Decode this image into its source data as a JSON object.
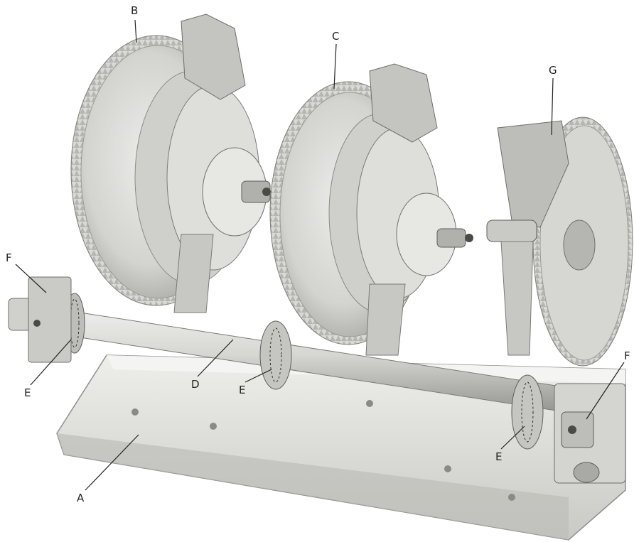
{
  "figure": {
    "labels": {
      "A": "A",
      "B": "B",
      "C": "C",
      "D": "D",
      "E1": "E",
      "E2": "E",
      "E3": "E",
      "F1": "F",
      "F2": "F",
      "G": "G"
    },
    "colors": {
      "metal": "#d9d9d6",
      "metal_dark": "#9a9a96",
      "metal_shadow": "#6e6e6a",
      "base": "#e4e4e1",
      "ink": "#222222"
    }
  }
}
